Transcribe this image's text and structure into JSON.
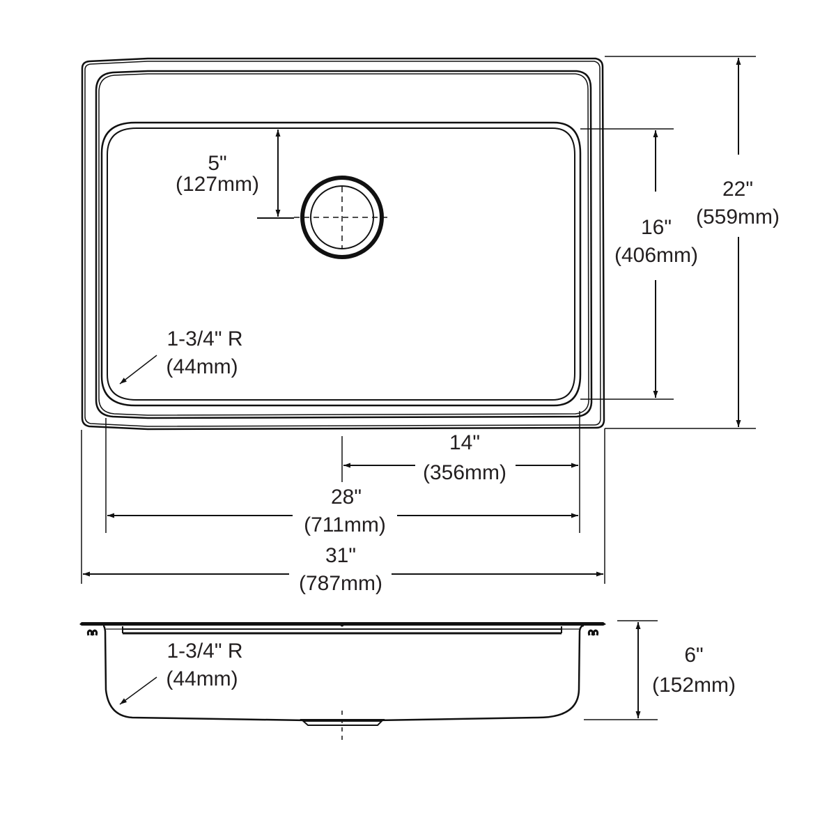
{
  "drawing": {
    "title": "Single bowl drop-in sink dimension drawing",
    "colors": {
      "line": "#111111",
      "text": "#231f20",
      "background": "#ffffff"
    },
    "plan_view": {
      "dimensions": {
        "drain_offset": {
          "imperial": "5\"",
          "metric": "(127mm)"
        },
        "bowl_length": {
          "imperial": "16\"",
          "metric": "(406mm)"
        },
        "overall_length": {
          "imperial": "22\"",
          "metric": "(559mm)"
        },
        "corner_radius": {
          "imperial": "1-3/4\" R",
          "metric": "(44mm)"
        },
        "drain_centerline_to_side": {
          "imperial": "14\"",
          "metric": "(356mm)"
        },
        "bowl_width": {
          "imperial": "28\"",
          "metric": "(711mm)"
        },
        "overall_width": {
          "imperial": "31\"",
          "metric": "(787mm)"
        }
      },
      "icons": [
        "drain-icon",
        "centerline-crosshair-icon"
      ]
    },
    "side_view": {
      "dimensions": {
        "corner_radius": {
          "imperial": "1-3/4\" R",
          "metric": "(44mm)"
        },
        "depth": {
          "imperial": "6\"",
          "metric": "(152mm)"
        }
      },
      "icons": [
        "mounting-clip-icon",
        "drain-outlet-icon"
      ]
    }
  }
}
